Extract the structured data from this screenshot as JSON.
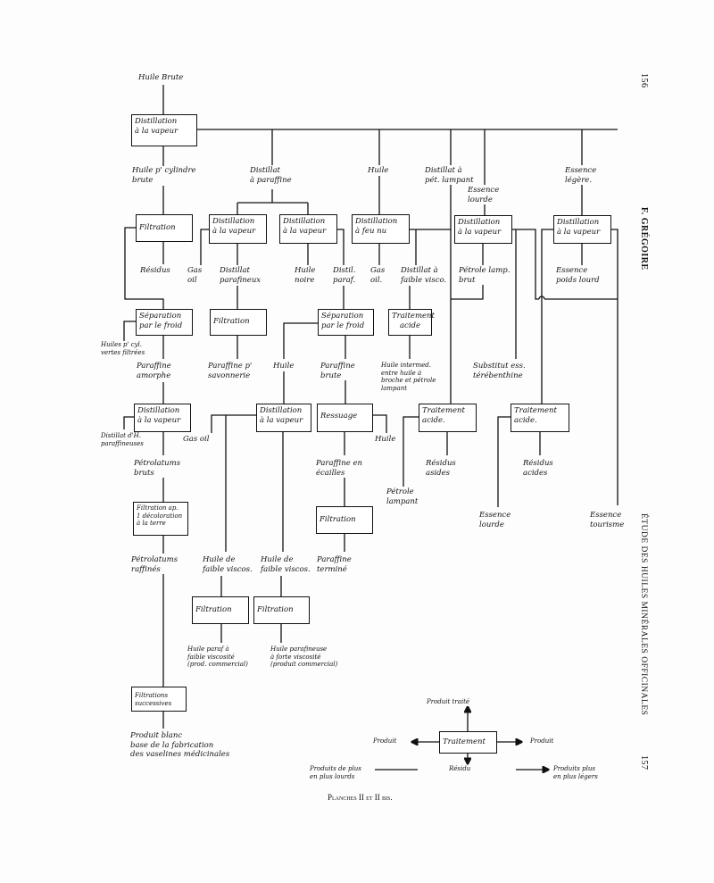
{
  "margin": {
    "page_top": "156",
    "author": "F. GRÉGOIRE",
    "running_title": "ÉTUDE DES HUILES MINÉRALES OFFICINALES",
    "page_bottom": "157"
  },
  "caption": "Planches II et II bis.",
  "start": "Huile Brute",
  "boxes": {
    "dist_main": "Distillation\nà la vapeur",
    "filtration_1": "Filtration",
    "dist_vap_2": "Distillation\nà la vapeur",
    "dist_vap_3": "Distillation\nà la vapeur",
    "dist_feu_nu": "Distillation\nà feu nu",
    "dist_vap_5": "Distillation\nà la vapeur",
    "dist_vap_6": "Distillation\nà la vapeur",
    "separation_1": "Séparation\npar le froid",
    "filtration_2": "Filtration",
    "separation_2": "Séparation\npar le froid",
    "traitement_acide_1": "Traitement\nacide",
    "dist_vap_7": "Distillation\nà la vapeur",
    "dist_vap_8": "Distillation\nà la vapeur",
    "ressuage": "Ressuage",
    "traitement_acide_2": "Traitement\nacide.",
    "traitement_acide_3": "Traitement\nacide.",
    "filtration_terre": "Filtration ap.\n1 décoloration\nà la terre",
    "filtration_3": "Filtration",
    "filtration_4": "Filtration",
    "filtration_5": "Filtration",
    "filtrations_successives": "Filtrations\nsuccessives"
  },
  "labels": {
    "huile_cylindre_brute": "Huile p' cylindre\nbrute",
    "distillat_paraffine": "Distillat\nà paraffine",
    "huile": "Huile",
    "distillat_pet_lampant": "Distillat à\npét. lampant",
    "essence_lourde_top": "Essence\nlourde",
    "essence_legere": "Essence\nlégère.",
    "residus": "Résidus",
    "gas_oil_1": "Gas\noil",
    "distillat_parafineux": "Distillat\nparafineux",
    "huile_noire": "Huile\nnoire",
    "distil_paraf": "Distil.\nparaf.",
    "gas_oil_2": "Gas\noil.",
    "distillat_faible_visco": "Distillat à\nfaible visco.",
    "petrole_lamp_brut": "Pétrole lamp.\nbrut",
    "essence_poids_lourd": "Essence\npoids lourd",
    "huiles_cyl_vertes": "Huiles p' cyl.\nvertes filtrées",
    "paraffine_amorphe": "Paraffine\namorphe",
    "paraffine_savonnerie": "Paraffine p'\nsavonnerie",
    "huile_2": "Huile",
    "paraffine_brute": "Paraffine\nbrute",
    "huile_intermed": "Huile intermed.\nentre huile à\nbroche et pétrole\nlampant",
    "substitut_terebenthine": "Substitut ess.\ntérébenthine",
    "distillat_h_paraffineuses": "Distillat d'H.\nparaffineuses",
    "gas_oil_3": "Gas oil",
    "huile_3": "Huile",
    "petrolatums_bruts": "Pétrolatums\nbruts",
    "paraffine_ecailles": "Paraffine en\nécailles",
    "residus_asides": "Résidus\nasides",
    "residus_acides": "Résidus\nacides",
    "petrole_lampant": "Pétrole\nlampant",
    "essence_lourde": "Essence\nlourde",
    "essence_tourisme": "Essence\ntourisme",
    "petrolatums_raffines": "Pétrolatums\nraffinés",
    "huile_faible_viscos_1": "Huile de\nfaible viscos.",
    "huile_faible_viscos_2": "Huile de\nfaible viscos.",
    "paraffine_termine": "Paraffine\nterminé",
    "huile_paraf_faible": "Huile paraf à\nfaible viscosité\n(prod. commercial)",
    "huile_parafineuse_forte": "Huile parafineuse\nà forte viscosité\n(produit commercial)",
    "produit_blanc": "Produit blanc\nbase de la fabrication\ndes vaselines médicinales"
  },
  "legend": {
    "box": "Traitement",
    "top": "Produit traité",
    "left": "Produit",
    "right": "Produit",
    "bottom": "Résidu",
    "heavier": "Produits de plus\nen plus lourds",
    "lighter": "Produits plus\nen plus légers"
  }
}
